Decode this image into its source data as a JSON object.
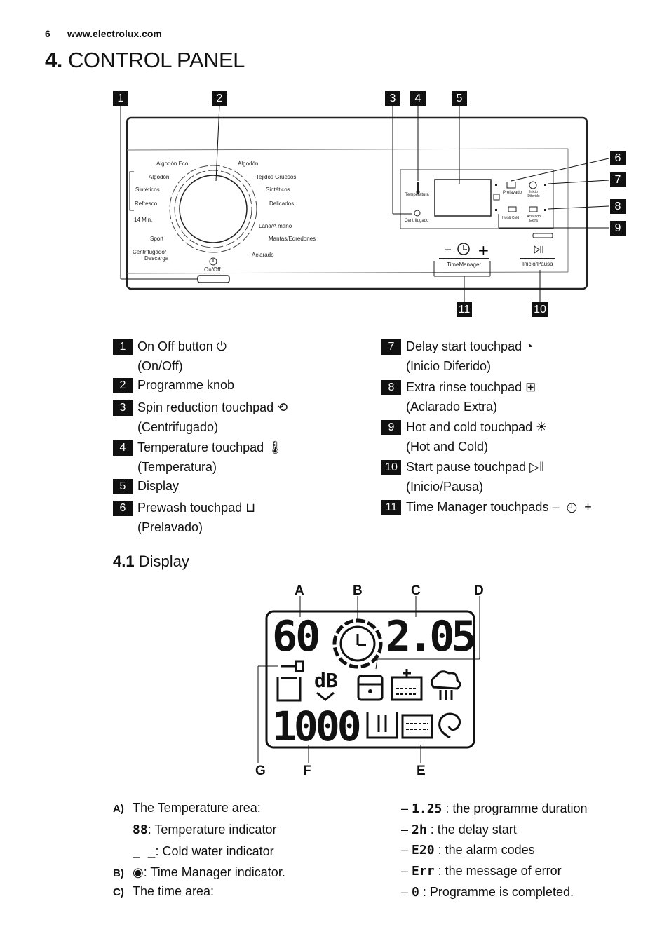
{
  "header": {
    "page_number": "6",
    "url": "www.electrolux.com"
  },
  "section": {
    "number": "4.",
    "title": "CONTROL PANEL"
  },
  "panel": {
    "callouts": [
      "1",
      "2",
      "3",
      "4",
      "5",
      "6",
      "7",
      "8",
      "9",
      "10",
      "11"
    ],
    "programmes_left": [
      "Algodón Eco",
      "Algodón",
      "Sintéticos",
      "Refresco",
      "14 Min.",
      "Sport",
      "Centrifugado/",
      "Descarga"
    ],
    "programmes_right": [
      "Algodón",
      "Tejidos Gruesos",
      "Sintéticos",
      "Delicados",
      "Lana/A mano",
      "Mantas/Edredones",
      "Aclarado"
    ],
    "onoff_label": "On/Off",
    "temperatura_label": "Temperatura",
    "centrifugado_label": "Centrifugado",
    "prelavado_label": "Prelavado",
    "inicio_diferido_label": "Inicio Diferido",
    "hot_cold_label": "Hot & Cold",
    "aclarado_extra_label": "Aclarado Extra",
    "timemanager_label": "TimeManager",
    "inicio_pausa_label": "Inicio/Pausa"
  },
  "legend_left": [
    {
      "num": "1",
      "text": "On Off button",
      "sub": "(On/Off)",
      "icon": "power-icon"
    },
    {
      "num": "2",
      "text": "Programme knob",
      "sub": ""
    },
    {
      "num": "3",
      "text": "Spin reduction touchpad",
      "sub": "(Centrifugado)",
      "icon": "spin-icon"
    },
    {
      "num": "4",
      "text": "Temperature touchpad",
      "sub": "(Temperatura)",
      "icon": "thermometer-icon"
    },
    {
      "num": "5",
      "text": "Display",
      "sub": ""
    },
    {
      "num": "6",
      "text": "Prewash touchpad",
      "sub": "(Prelavado)",
      "icon": "prewash-icon"
    }
  ],
  "legend_right": [
    {
      "num": "7",
      "text": "Delay start touchpad",
      "sub": "(Inicio Diferido)",
      "icon": "delay-icon"
    },
    {
      "num": "8",
      "text": "Extra rinse touchpad",
      "sub": "(Aclarado Extra)",
      "icon": "extra-rinse-icon"
    },
    {
      "num": "9",
      "text": "Hot and cold touchpad",
      "sub": "(Hot and Cold)",
      "icon": "hot-cold-icon"
    },
    {
      "num": "10",
      "text": "Start pause touchpad",
      "sub": "(Inicio/Pausa)",
      "icon": "start-pause-icon"
    },
    {
      "num": "11",
      "text": "Time Manager touchpads",
      "sub": "",
      "icon": "time-manager-icon"
    }
  ],
  "subsection": {
    "number": "4.1",
    "title": "Display"
  },
  "display": {
    "labels_top": [
      "A",
      "B",
      "C",
      "D"
    ],
    "labels_bottom": [
      "G",
      "F",
      "E"
    ],
    "temp_digits": "60",
    "time_digits": "2.05",
    "spin_digits": "1000",
    "db_text": "dB"
  },
  "notes_left": [
    {
      "key": "A)",
      "text": "The Temperature area:"
    },
    {
      "key": "",
      "glyph": "88",
      "text": ": Temperature indicator"
    },
    {
      "key": "",
      "glyph": "_ _",
      "text": ": Cold water indicator"
    },
    {
      "key": "B)",
      "text": ": Time Manager indicator."
    },
    {
      "key": "C)",
      "text": "The time area:"
    }
  ],
  "notes_right": [
    {
      "dash": "–",
      "glyph": "1.25",
      "text": ": the programme duration"
    },
    {
      "dash": "–",
      "glyph": "2h",
      "text": ": the delay start"
    },
    {
      "dash": "–",
      "glyph": "E20",
      "text": ": the alarm codes"
    },
    {
      "dash": "–",
      "glyph": "Err",
      "text": ": the message of error"
    },
    {
      "dash": "–",
      "glyph": "0",
      "text": ": Programme is completed."
    }
  ]
}
